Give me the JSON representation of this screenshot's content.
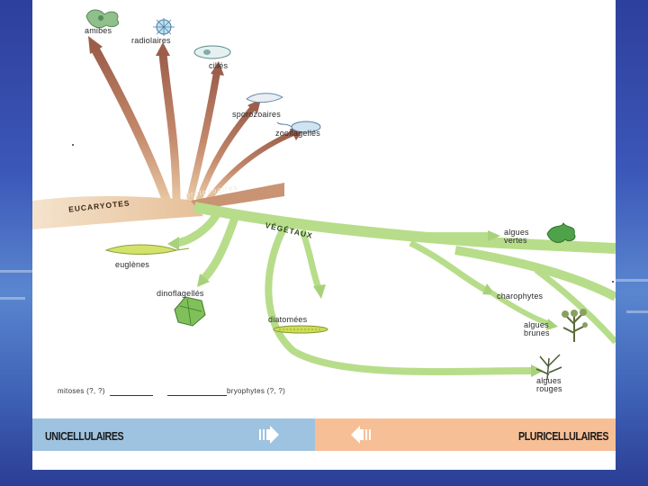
{
  "trunk": {
    "eucaryotes": "EUCARYOTES",
    "protozoaires": "protozoaires",
    "vegetaux": "VÉGÉTAUX"
  },
  "branches": {
    "amibes": "amibes",
    "radiolaires": "radiolaires",
    "cilies": "ciliés",
    "sporozoaires": "sporozoaires",
    "zooflagelles": "zooflagellés",
    "euglenes": "euglènes",
    "dinoflagelles": "dinoflagellés",
    "diatomees": "diatomées",
    "algues_vertes": "algues\nvertes",
    "charophytes": "charophytes",
    "algues_brunes": "algues\nbrunes",
    "algues_rouges": "algues\nrouges"
  },
  "legend": {
    "left": "mitoses (?, ?)",
    "right": "bryophytes (?, ?)"
  },
  "band": {
    "unicellulaires": "UNICELLULAIRES",
    "pluricellulaires": "PLURICELLULAIRES"
  },
  "colors": {
    "protozoa_branch": "#b07a63",
    "trunk": "#e8c7a2",
    "plant_branch": "#b9dd8e",
    "uni_band": "#9ec3e0",
    "pluri_band": "#f7bf96"
  }
}
